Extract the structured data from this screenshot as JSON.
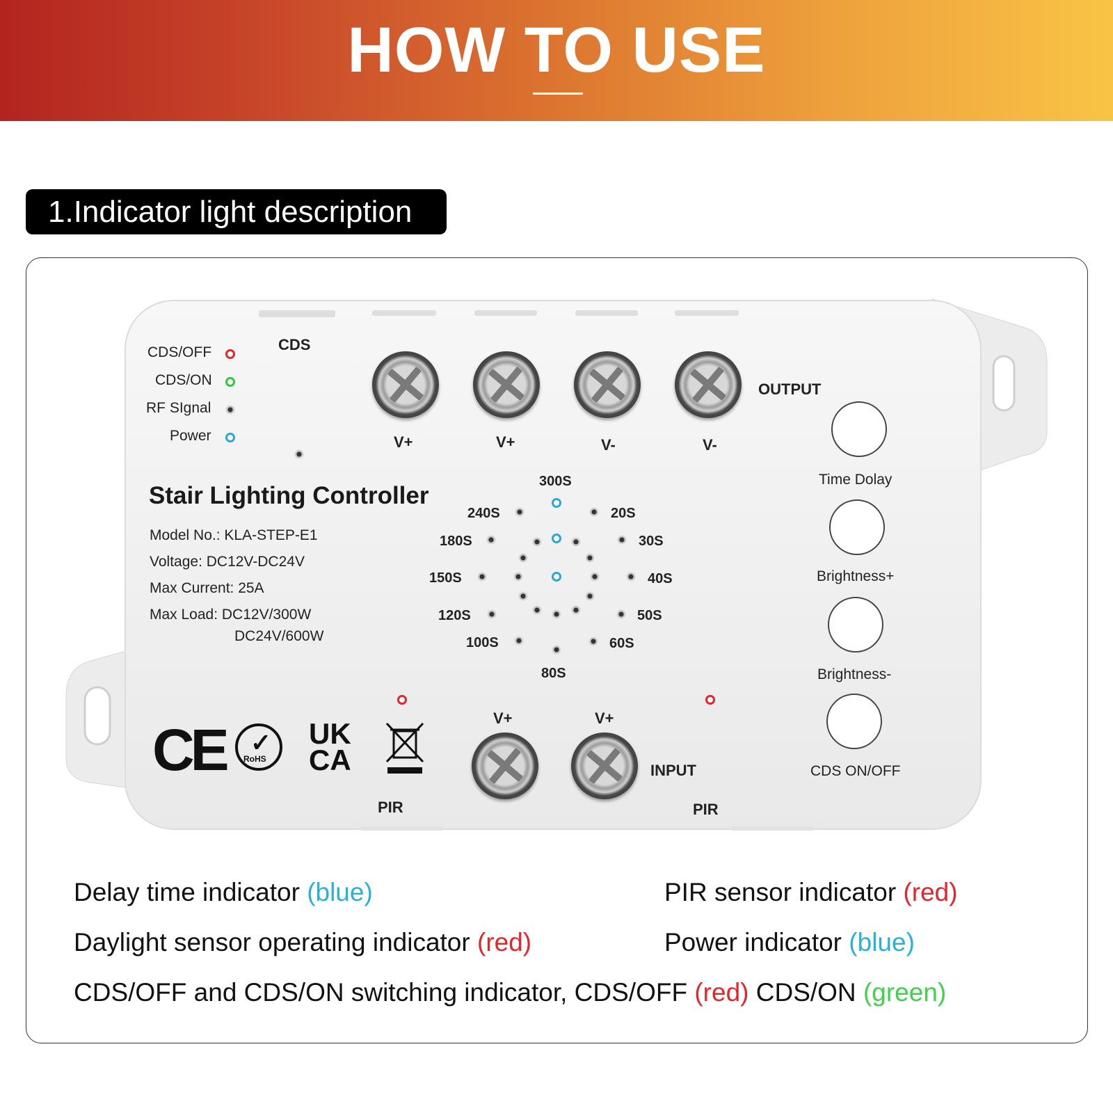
{
  "header": {
    "title": "HOW TO USE"
  },
  "section": {
    "title": "1.Indicator light description"
  },
  "device": {
    "status_leds": [
      {
        "label": "CDS/OFF",
        "color": "red"
      },
      {
        "label": "CDS/ON",
        "color": "green"
      },
      {
        "label": "RF SIgnal",
        "color": "off"
      },
      {
        "label": "Power",
        "color": "blue"
      }
    ],
    "cds_label": "CDS",
    "output_label": "OUTPUT",
    "output_terminals": [
      "V+",
      "V+",
      "V-",
      "V-"
    ],
    "product_name": "Stair Lighting Controller",
    "specs": {
      "model": "Model No.: KLA-STEP-E1",
      "voltage": "Voltage: DC12V-DC24V",
      "current": "Max Current: 25A",
      "load1": "Max Load: DC12V/300W",
      "load2": "DC24V/600W"
    },
    "delay_labels": [
      "300S",
      "20S",
      "30S",
      "40S",
      "50S",
      "60S",
      "80S",
      "100S",
      "120S",
      "150S",
      "180S",
      "240S"
    ],
    "buttons": [
      "Time Dolay",
      "Brightness+",
      "Brightness-",
      "CDS ON/OFF"
    ],
    "input_label": "INPUT",
    "input_terminals": [
      "V+",
      "V+"
    ],
    "pir_labels": [
      "PIR",
      "PIR"
    ],
    "cert_marks": [
      "CE",
      "RoHS",
      "UK",
      "CA"
    ]
  },
  "legend": {
    "line1": {
      "text": "Delay time indicator ",
      "color_text": "(blue)"
    },
    "line2": {
      "text": "PIR sensor indicator ",
      "color_text": "(red)"
    },
    "line3": {
      "text": "Daylight sensor operating indicator ",
      "color_text": "(red)"
    },
    "line4": {
      "text": "Power indicator ",
      "color_text": "(blue)"
    },
    "line5": {
      "text": "CDS/OFF and CDS/ON switching indicator, CDS/OFF ",
      "red_text": "(red)",
      "mid_text": " CDS/ON ",
      "green_text": "(green)"
    }
  },
  "colors": {
    "blue": "#29b1d8",
    "red": "#e5252b",
    "green": "#3fd14a"
  }
}
